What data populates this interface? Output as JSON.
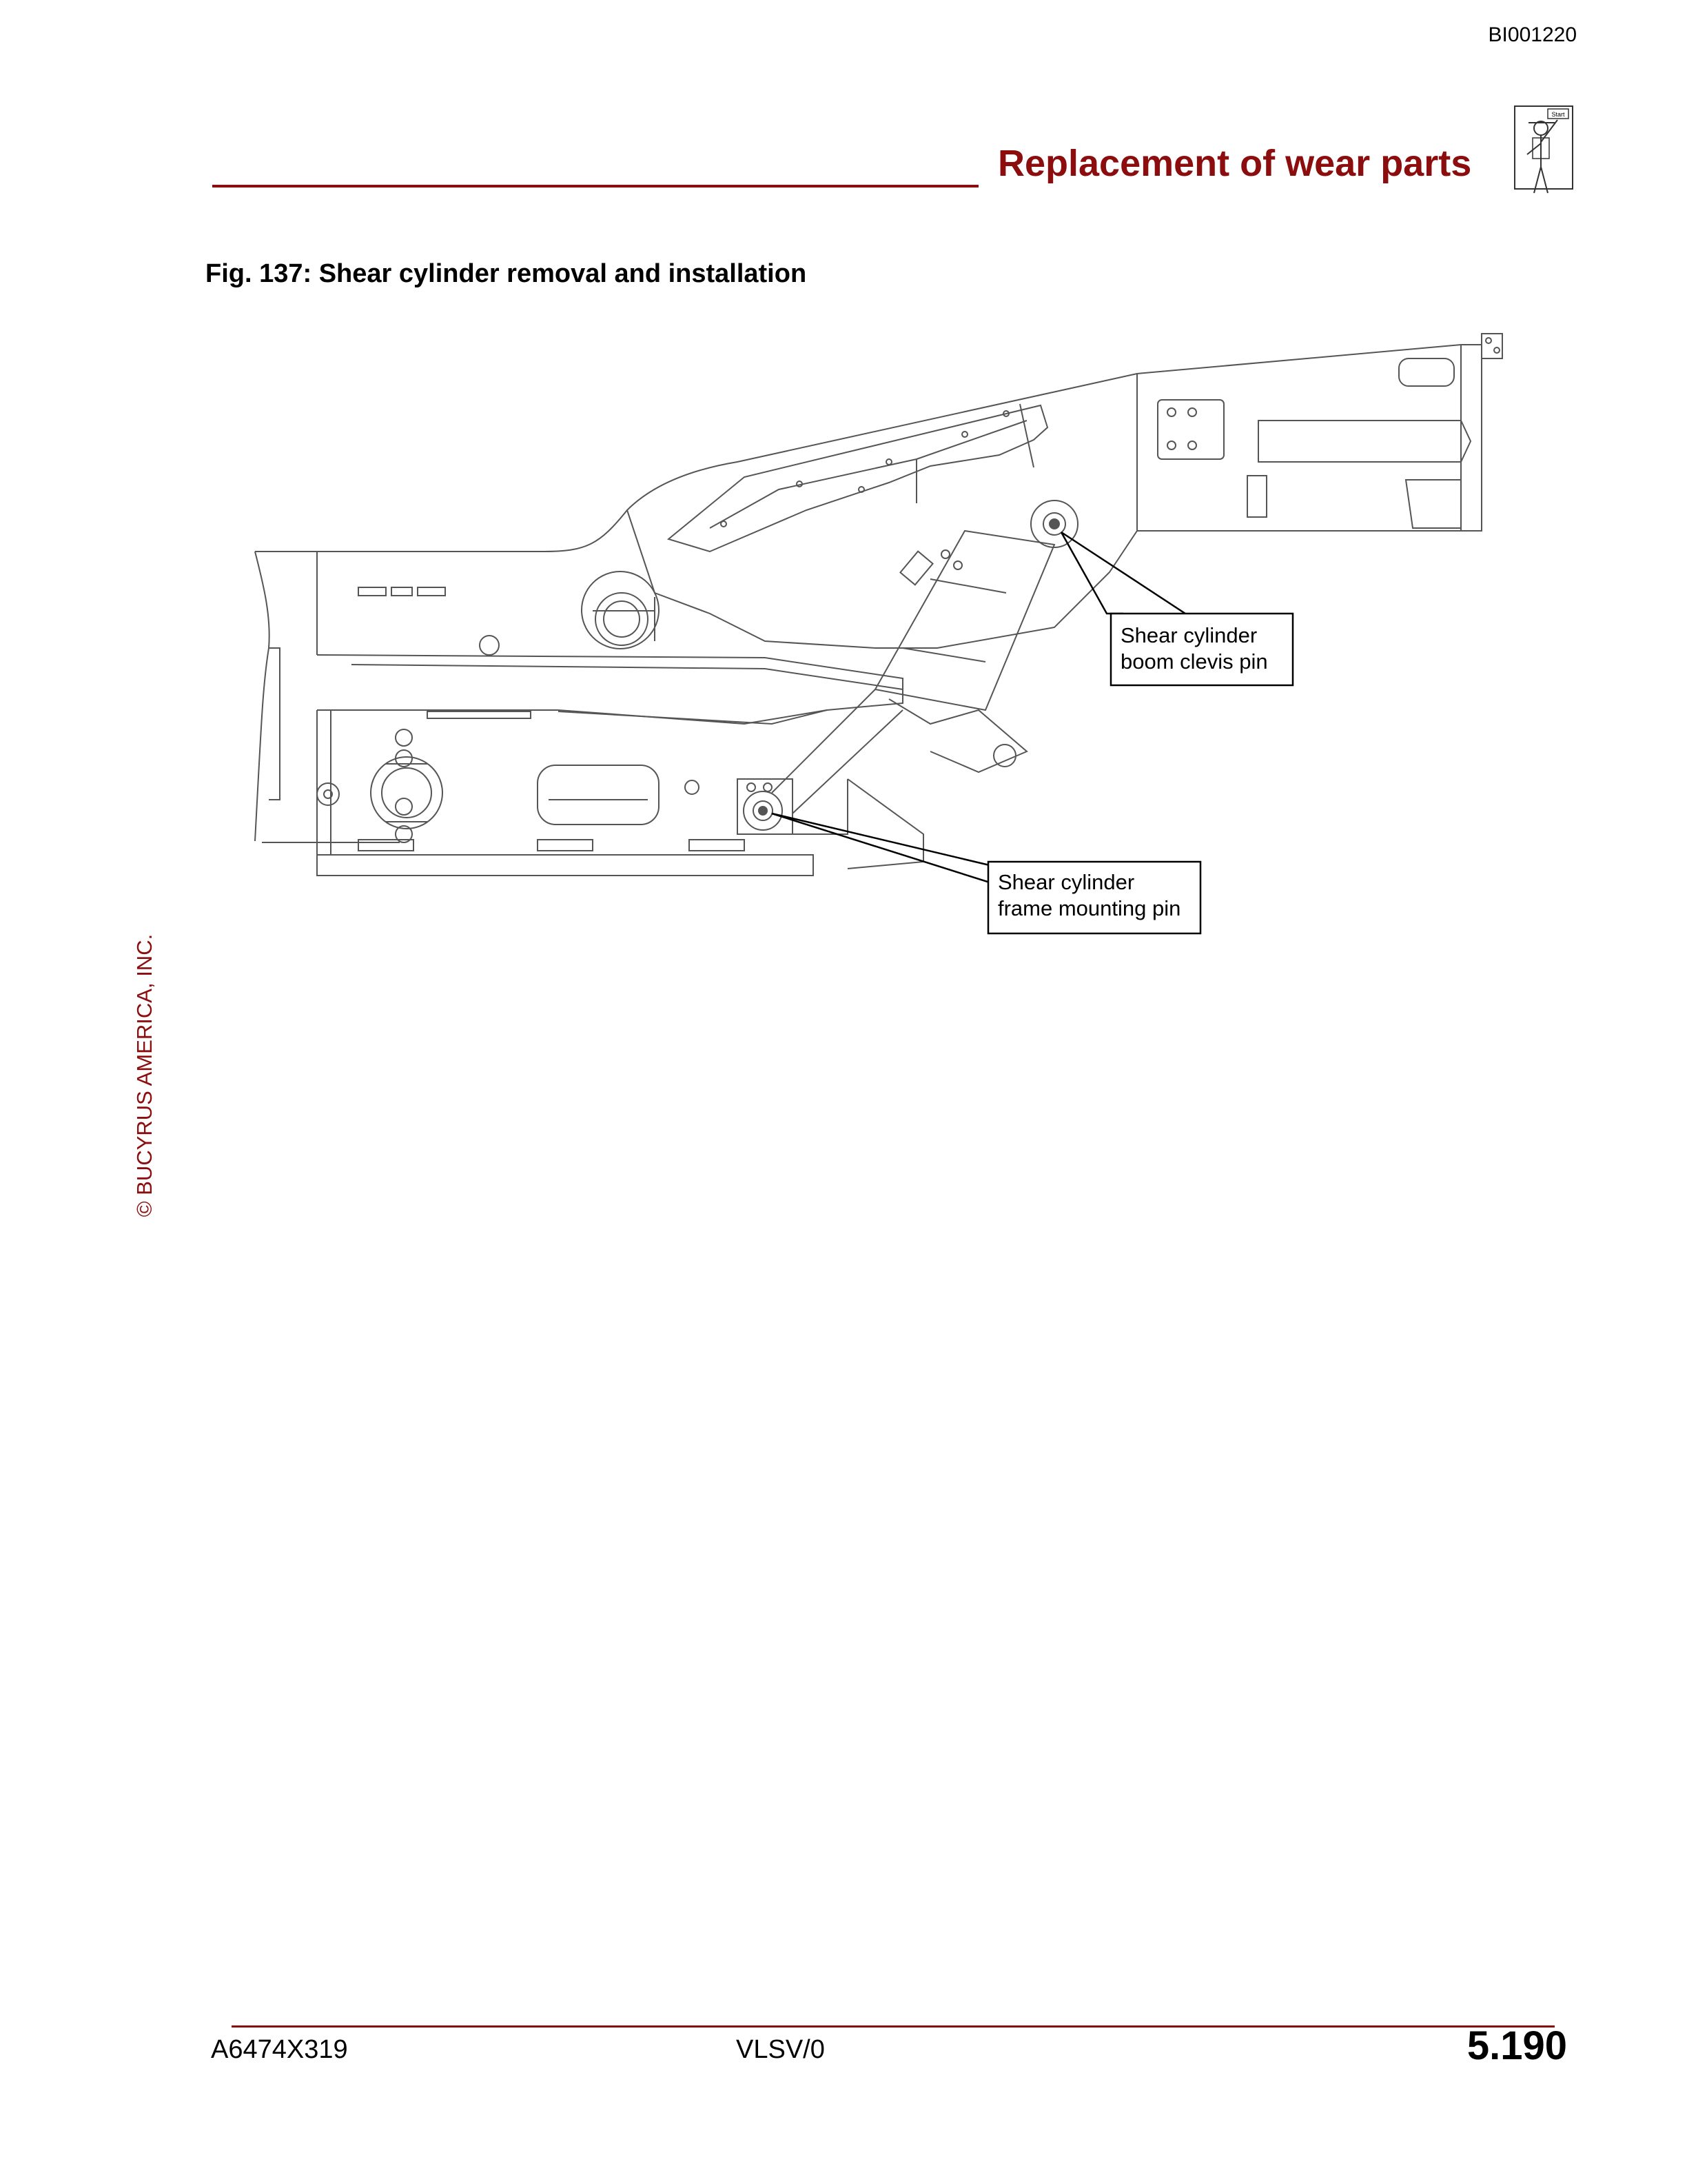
{
  "header": {
    "doc_id": "BI001220",
    "section_title": "Replacement of wear parts"
  },
  "icons": {
    "header_icon": "worker-with-start-sign-icon",
    "header_icon_sign": "Start"
  },
  "figure": {
    "caption": "Fig. 137: Shear cylinder removal and installation",
    "callouts": {
      "boom_clevis_line1": "Shear cylinder",
      "boom_clevis_line2": "boom clevis pin",
      "frame_mount_line1": "Shear cylinder",
      "frame_mount_line2": "frame mounting pin"
    }
  },
  "sidebar": {
    "copyright": "© BUCYRUS AMERICA, INC."
  },
  "footer": {
    "left": "A6474X319",
    "center": "VLSV/0",
    "page_number": "5.190"
  },
  "colors": {
    "accent": "#8b0d0d",
    "line_art": "#555555"
  }
}
